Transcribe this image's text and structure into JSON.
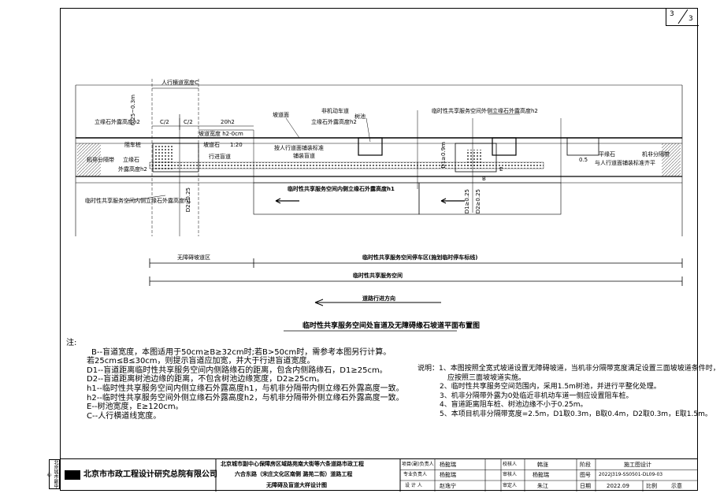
{
  "sheet": {
    "no": "3",
    "total": "3"
  },
  "side_stamp": "北京城市副中心",
  "plan": {
    "title": "临时性共享服务空间处盲道及无障碍缘石坡道平面布置图",
    "labels": {
      "walkway_width": "人行横道宽度C",
      "dim_025": "0.25~0.3m",
      "curb_top_h2_a": "立缘石外露高度h2",
      "c_half_1": "C/2",
      "c_half_2": "C/2",
      "twenty_h2": "20h2",
      "slope_width": "坡道宽度 h2-0cm",
      "ramp": "坡道面",
      "nonmotor": "非机动车道",
      "tree_pool": "树池",
      "curb_top_h2_b": "立缘石外露高度h2",
      "temp_curb_h2": "临时性共享服务空间外侧立缘石外露高度h2",
      "stop_bar": "阻车桩",
      "slope_ratio": "1:20",
      "tactile": "行进盲道",
      "curb_mid": "坡道石",
      "curb_stone": "立缘石",
      "curb_exposed": "外露高度h2",
      "ramp_curb": "坡道石",
      "reuse_note_1": "按人行道面铺装标准",
      "reuse_note_2": "铺装盲道",
      "d1_9": "D1≥0.9m",
      "b": "B",
      "d1_right": "D1≥0.25",
      "d2": "D2≥0.25",
      "d2_b": "D2≥0.25",
      "sep_curb": "机非分隔带",
      "flat_curb": "平缘石",
      "flat_note": "与人行道面铺装标准齐平",
      "v05": "0.5",
      "e_label": "E",
      "inner_h1": "临时性共享服务空间内侧立缘石外露高度h1",
      "outer_h1": "临时性共享服务空间内侧立缘石外露高度h1"
    },
    "zones": {
      "barrier_free": "无障碍坡道区",
      "parking_zone": "临时性共享服务空间停车区(施划临时停车标线)",
      "service_space": "临时性共享服务空间",
      "direction": "道路行进方向"
    }
  },
  "notes_left": {
    "heading": "注:",
    "lines": [
      "B--盲道宽度，本图适用于50cm≥B≥32cm时;若B>50cm时，需参考本图另行计算。",
      "若25cm≤B≤30cm，则提示盲道应加宽，并大于行进盲道宽度。",
      "D1--盲道距离临时性共享服务空间内侧路缘石的距离，包含内侧路缘石，D1≥25cm。",
      "D2--盲道距离树池边缘的距离，不包含树池边缘宽度，D2≥25cm。",
      "h1--临时性共享服务空间内侧立缘石外露高度h1，与机非分隔带内侧立缘石外露高度一致。",
      "h2--临时性共享服务空间外侧立缘石外露高度h2，与机非分隔带外侧立缘石外露高度一致。",
      "E--树池宽度，E≥120cm。",
      "C--人行横道线宽度。"
    ]
  },
  "notes_right": {
    "heading": "说明：",
    "lines": [
      "1、本图按照全宽式坡道设置无障碍坡道，当机非分隔带宽度满足设置三面坡坡道条件时，",
      "应按照三面坡坡道实施。",
      "2、临时性共享服务空间范围内，采用1.5m树池，并进行平整化处理。",
      "3、机非分隔带外露为0处临近非机动车道一侧应设置阻车桩。",
      "4、盲道距离阻车桩、树池边缘不小于0.25m。",
      "5、本项目机非分隔带宽度=2.5m，D1取0.3m，B取0.4m，D2取0.3m，E取1.5m。"
    ]
  },
  "title_block": {
    "company": "北京市市政工程设计研究总院有限公司",
    "project_1": "北京城市副中心保障房区域路苑南大街等六条道路市政工程",
    "project_2": "六合东路（宋庄文化区南侧 潞苑二街）道路工程",
    "project_3": "无障碍及盲道大样设计图",
    "roles": {
      "r1": "项目(副)负责人",
      "r1v": "杨懿瑞",
      "r2": "专业负责人",
      "r2v": "杨懿瑞",
      "r3": "设 计 人",
      "r3v": "赵逸宁",
      "r4": "校核人",
      "r4v": "韩涨",
      "r5": "审核人",
      "r5v": "杨懿瑞",
      "r6": "审定人",
      "r6v": "朱江"
    },
    "stage_label": "阶段",
    "stage": "施工图设计",
    "drawing_no_label": "图号",
    "drawing_no": "2022J319-SS0501-DL09-03",
    "date_label": "日期",
    "date": "2022.09",
    "scale_label": "比例",
    "scale": "示意"
  }
}
